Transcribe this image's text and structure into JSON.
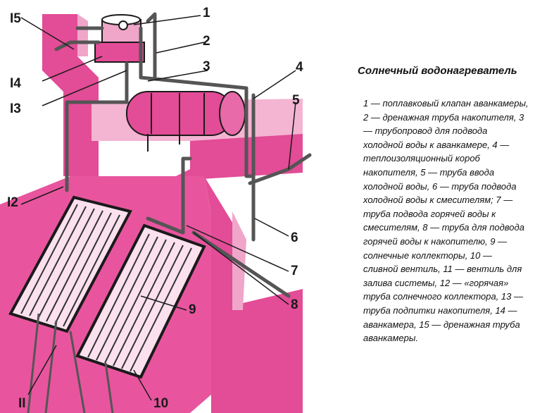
{
  "legend": {
    "title": "Солнечный водонагреватель",
    "text": "1 — поплавковый клапан аванкамеры, 2 — дренажная труба накопителя, 3 — трубопровод для подвода холодной воды к аванкамере, 4 — теплоизоляционный короб накопителя, 5 — труба ввода холодной воды, 6 — труба подвода холодной воды к смесителям; 7 — труба подвода горячей воды к смесителям, 8 — труба для подвода горячей воды к накопителю, 9 — солнечные коллекторы, 10 — сливной вентиль, 11 — вентиль для залива системы, 12 — «горячая» труба солнечного коллектора, 13 — труба подпитки накопителя, 14 — аванкамера, 15 — дренажная труба аванкамеры."
  },
  "callouts": {
    "c1": "1",
    "c2": "2",
    "c3": "3",
    "c4": "4",
    "c5": "5",
    "c6": "6",
    "c7": "7",
    "c8": "8",
    "c9": "9",
    "c10": "10",
    "c11": "II",
    "c12": "I2",
    "c13": "I3",
    "c14": "I4",
    "c15": "I5"
  },
  "colors": {
    "wall_pink": "#e34c96",
    "wall_light": "#f0a6c9",
    "pipe": "#555555",
    "ink": "#1a1a1a"
  }
}
